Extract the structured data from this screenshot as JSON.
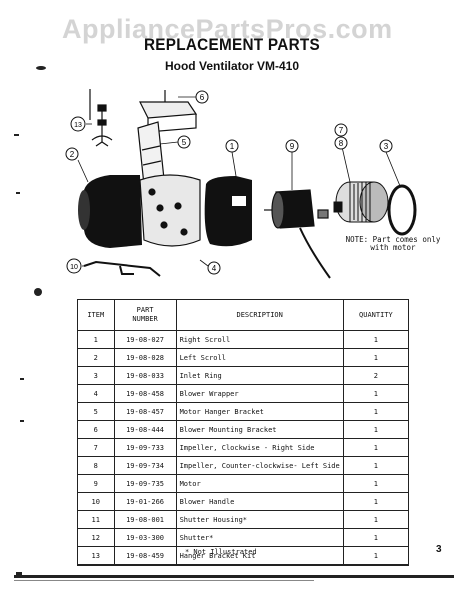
{
  "watermark": "AppliancePartsPros.com",
  "title": "REPLACEMENT PARTS",
  "subtitle": "Hood Ventilator VM-410",
  "diagram": {
    "callouts": [
      "1",
      "2",
      "3",
      "4",
      "5",
      "6",
      "7",
      "8",
      "9",
      "10",
      "13"
    ],
    "note_line1": "NOTE: Part comes only",
    "note_line2": "with motor"
  },
  "table": {
    "headers": {
      "item": "ITEM",
      "part_number_line1": "PART",
      "part_number_line2": "NUMBER",
      "description": "DESCRIPTION",
      "quantity": "QUANTITY"
    },
    "rows": [
      {
        "item": "1",
        "part": "19-08-027",
        "desc": "Right Scroll",
        "qty": "1"
      },
      {
        "item": "2",
        "part": "19-08-028",
        "desc": "Left Scroll",
        "qty": "1"
      },
      {
        "item": "3",
        "part": "19-08-033",
        "desc": "Inlet Ring",
        "qty": "2"
      },
      {
        "item": "4",
        "part": "19-08-458",
        "desc": "Blower Wrapper",
        "qty": "1"
      },
      {
        "item": "5",
        "part": "19-08-457",
        "desc": "Motor Hanger Bracket",
        "qty": "1"
      },
      {
        "item": "6",
        "part": "19-08-444",
        "desc": "Blower Mounting Bracket",
        "qty": "1"
      },
      {
        "item": "7",
        "part": "19-09-733",
        "desc": "Impeller, Clockwise - Right Side",
        "qty": "1"
      },
      {
        "item": "8",
        "part": "19-09-734",
        "desc": "Impeller, Counter-clockwise- Left Side",
        "qty": "1"
      },
      {
        "item": "9",
        "part": "19-09-735",
        "desc": "Motor",
        "qty": "1"
      },
      {
        "item": "10",
        "part": "19-01-266",
        "desc": "Blower Handle",
        "qty": "1"
      },
      {
        "item": "11",
        "part": "19-08-001",
        "desc": "Shutter Housing*",
        "qty": "1"
      },
      {
        "item": "12",
        "part": "19-03-300",
        "desc": "Shutter*",
        "qty": "1"
      },
      {
        "item": "13",
        "part": "19-08-459",
        "desc": "Hanger Bracket Kit",
        "qty": "1"
      }
    ]
  },
  "footnote": "* Not Illustrated",
  "page_number": "3"
}
